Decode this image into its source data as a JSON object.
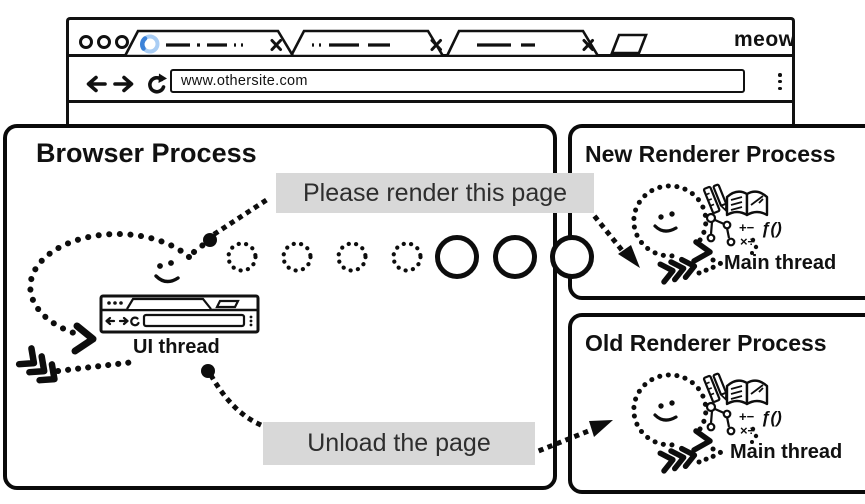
{
  "chrome": {
    "url": "www.othersite.com",
    "brand": "meow",
    "tab_count": 3
  },
  "labels": {
    "render_request": "Please render this page",
    "unload_request": "Unload the page"
  },
  "browser_process": {
    "title": "Browser Process",
    "thread": "UI thread"
  },
  "new_renderer_process": {
    "title": "New Renderer Process",
    "thread": "Main thread"
  },
  "old_renderer_process": {
    "title": "Old Renderer Process",
    "thread": "Main thread"
  },
  "icons": {
    "math_row1": "+−",
    "math_row2": "×÷",
    "function_symbol": "ƒ()"
  },
  "colors": {
    "ink": "#111111",
    "label_bg": "#d8d8d8",
    "spinner_blue": "#3b82d8",
    "spinner_light": "#a9cdf4"
  }
}
